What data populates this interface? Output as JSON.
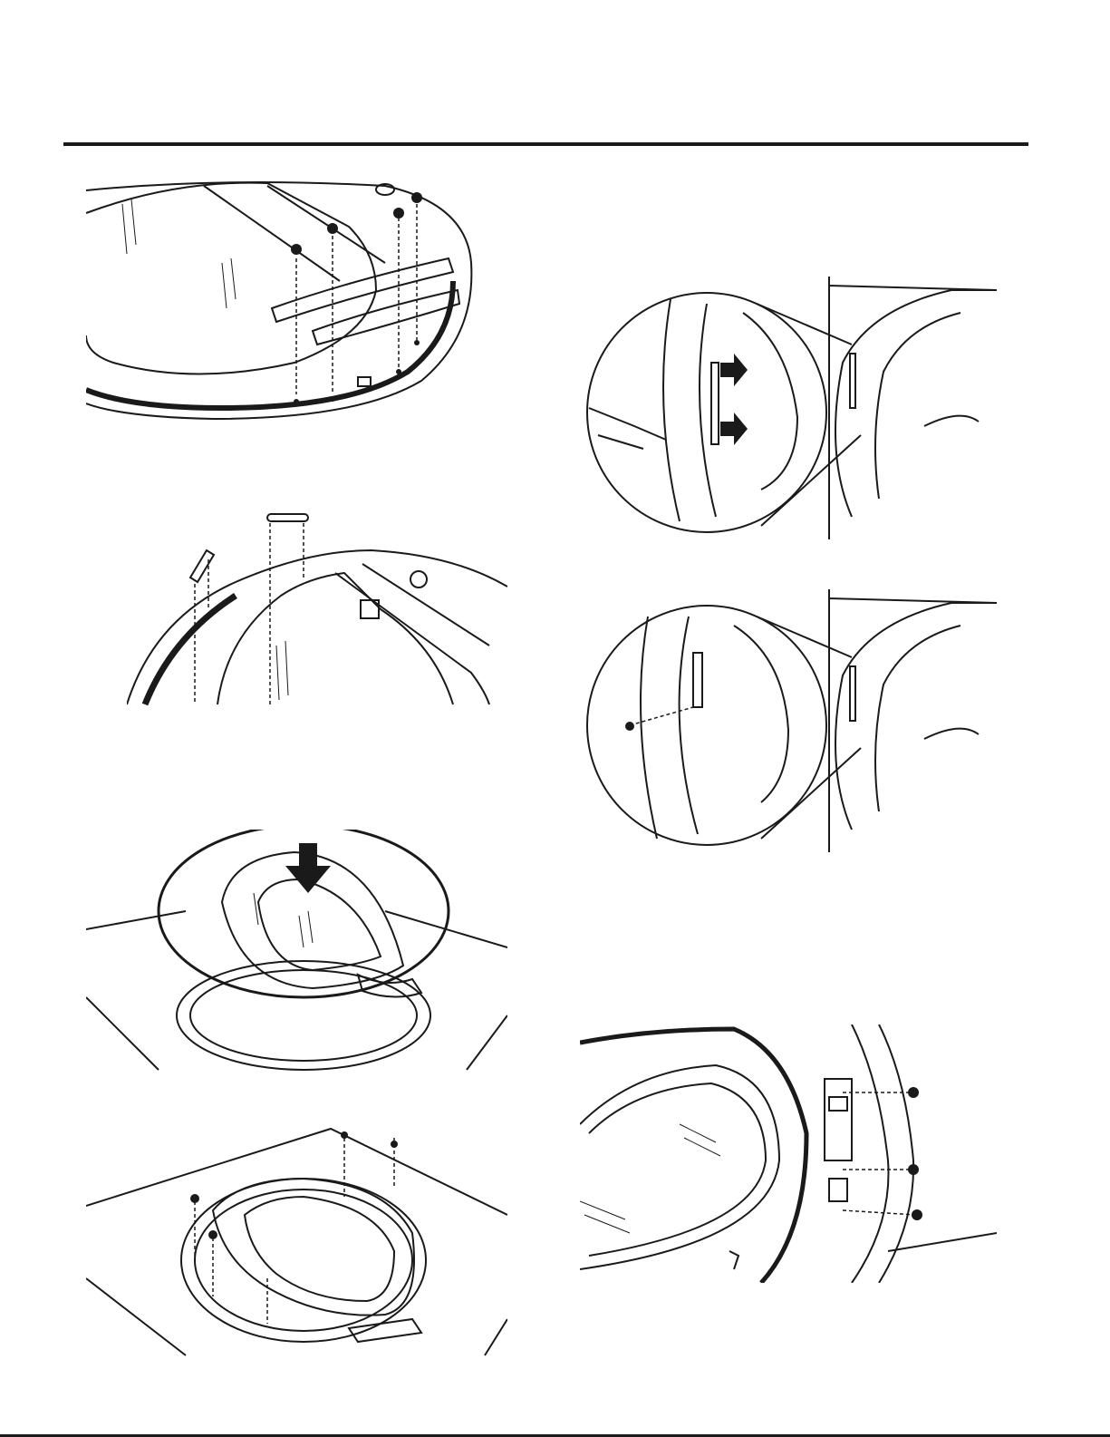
{
  "page": {
    "rule_color": "#1a1a1a",
    "line_color": "#1a1a1a",
    "background": "#ffffff"
  },
  "figures": [
    {
      "id": "fig-1",
      "icon": "door-handle-screws-illustration"
    },
    {
      "id": "fig-2",
      "icon": "hinge-cover-caps-illustration"
    },
    {
      "id": "fig-3",
      "icon": "door-placement-arrow-illustration"
    },
    {
      "id": "fig-4",
      "icon": "door-reattach-screws-illustration"
    },
    {
      "id": "fig-5",
      "icon": "strike-removal-screwdriver-illustration"
    },
    {
      "id": "fig-6",
      "icon": "strike-screw-illustration"
    },
    {
      "id": "fig-7",
      "icon": "hinge-mount-screws-illustration"
    }
  ]
}
